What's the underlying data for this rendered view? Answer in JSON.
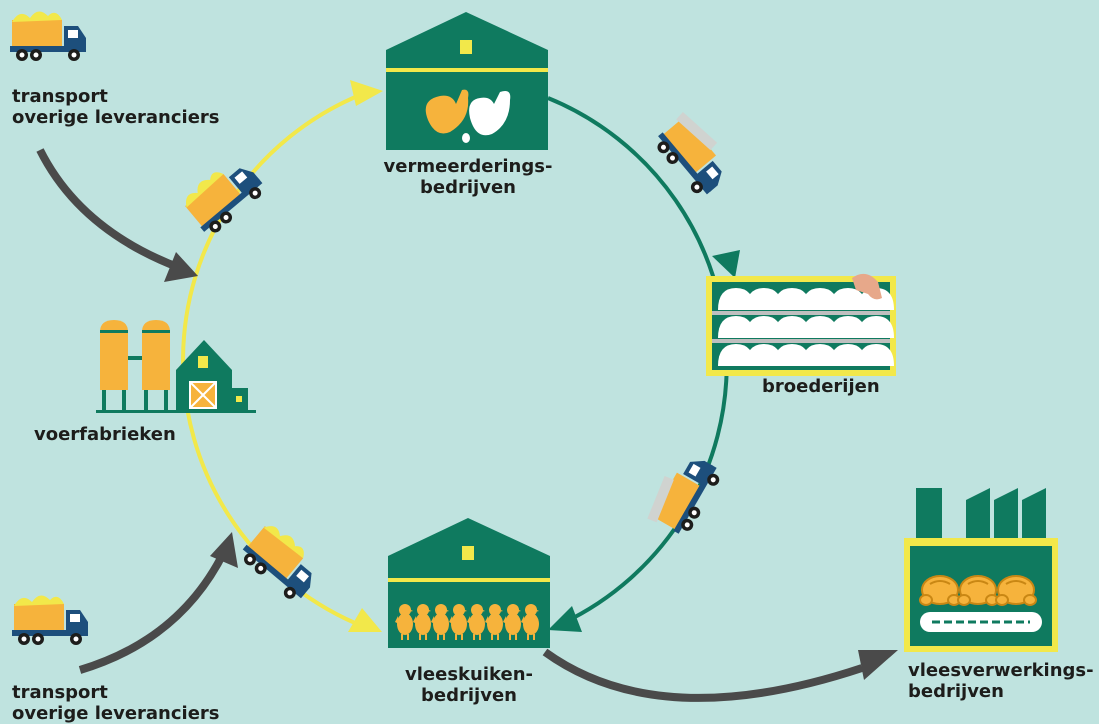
{
  "labels": {
    "transport_top": {
      "line1": "transport",
      "line2": "overige leveranciers"
    },
    "transport_bottom": {
      "line1": "transport",
      "line2": "overige leveranciers"
    },
    "vermeerdering": {
      "line1": "vermeerderings-",
      "line2": "bedrijven"
    },
    "broederijen": "broederijen",
    "voerfabrieken": "voerfabrieken",
    "vleeskuiken": {
      "line1": "vleeskuiken-",
      "line2": "bedrijven"
    },
    "vleesverwerking": {
      "line1": "vleesverwerkings-",
      "line2": "bedrijven"
    }
  },
  "colors": {
    "background": "#bfe3df",
    "feed_flow": "#f2e84a",
    "chick_flow": "#0f7a5f",
    "external_flow": "#4a4a4a",
    "building": "#0f7a5f",
    "accent_yellow": "#f2e84a",
    "truck_cab": "#1d4f7c",
    "cargo": "#f6b33c"
  },
  "icons": {
    "truck": "truck-icon",
    "barn": "barn-icon",
    "chickens": "hen-and-rooster-icon",
    "egg_tray": "egg-tray-icon",
    "silo": "silo-icon",
    "chick": "chick-icon",
    "factory": "factory-icon",
    "roast_chicken": "roast-chicken-icon"
  }
}
